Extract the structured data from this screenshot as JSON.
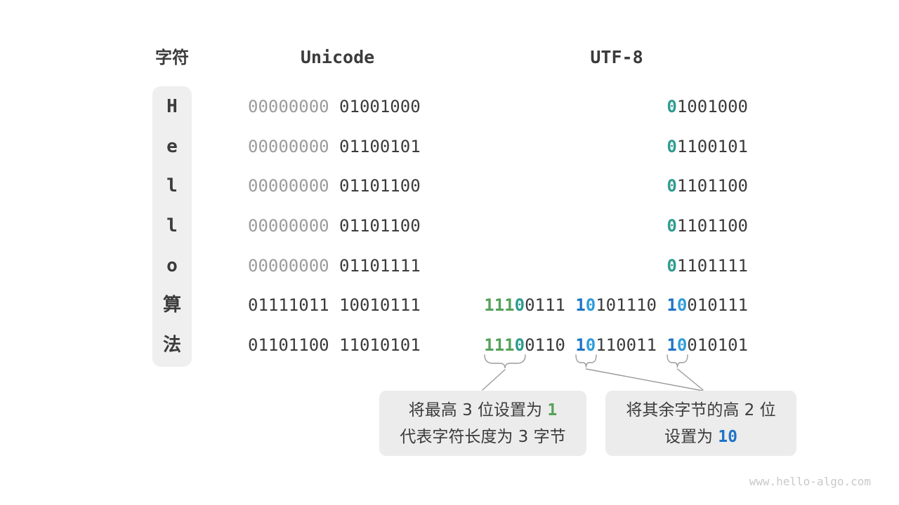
{
  "page": {
    "watermark": "www.hello-algo.com",
    "background": "#ffffff"
  },
  "colors": {
    "dark_text": "#3b3b3b",
    "gray_leading_zeros": "#9b9b9b",
    "green_one_bits": "#55a25a",
    "teal_zero_bit": "#2e9c8f",
    "blue_one_bit": "#1e74c6",
    "light_blue_zero_bit": "#2f9cd9",
    "callout_background": "#ececec",
    "char_column_background": "#efefef",
    "connector_gray": "#9b9b9b",
    "watermark_gray": "#c9c9c9"
  },
  "headers": {
    "character": "字符",
    "unicode": "Unicode",
    "utf8": "UTF-8"
  },
  "table": {
    "rows": [
      {
        "char": "H",
        "unicode_gray": "00000000",
        "unicode_dark": " 01001000",
        "utf8": [
          {
            "t": "0",
            "c": "teal"
          },
          {
            "t": "1001000",
            "c": "dark"
          }
        ]
      },
      {
        "char": "e",
        "unicode_gray": "00000000",
        "unicode_dark": " 01100101",
        "utf8": [
          {
            "t": "0",
            "c": "teal"
          },
          {
            "t": "1100101",
            "c": "dark"
          }
        ]
      },
      {
        "char": "l",
        "unicode_gray": "00000000",
        "unicode_dark": " 01101100",
        "utf8": [
          {
            "t": "0",
            "c": "teal"
          },
          {
            "t": "1101100",
            "c": "dark"
          }
        ]
      },
      {
        "char": "l",
        "unicode_gray": "00000000",
        "unicode_dark": " 01101100",
        "utf8": [
          {
            "t": "0",
            "c": "teal"
          },
          {
            "t": "1101100",
            "c": "dark"
          }
        ]
      },
      {
        "char": "o",
        "unicode_gray": "00000000",
        "unicode_dark": " 01101111",
        "utf8": [
          {
            "t": "0",
            "c": "teal"
          },
          {
            "t": "1101111",
            "c": "dark"
          }
        ]
      },
      {
        "char": "算",
        "unicode_gray": "",
        "unicode_dark": "01111011 10010111",
        "utf8": [
          {
            "t": "111",
            "c": "green"
          },
          {
            "t": "0",
            "c": "teal"
          },
          {
            "t": "0111 ",
            "c": "dark"
          },
          {
            "t": "1",
            "c": "blue"
          },
          {
            "t": "0",
            "c": "lightblue"
          },
          {
            "t": "101110 ",
            "c": "dark"
          },
          {
            "t": "1",
            "c": "blue"
          },
          {
            "t": "0",
            "c": "lightblue"
          },
          {
            "t": "010111",
            "c": "dark"
          }
        ]
      },
      {
        "char": "法",
        "unicode_gray": "",
        "unicode_dark": "01101100 11010101",
        "utf8": [
          {
            "t": "111",
            "c": "green"
          },
          {
            "t": "0",
            "c": "teal"
          },
          {
            "t": "0110 ",
            "c": "dark"
          },
          {
            "t": "1",
            "c": "blue"
          },
          {
            "t": "0",
            "c": "lightblue"
          },
          {
            "t": "110011 ",
            "c": "dark"
          },
          {
            "t": "1",
            "c": "blue"
          },
          {
            "t": "0",
            "c": "lightblue"
          },
          {
            "t": "010101",
            "c": "dark"
          }
        ]
      }
    ]
  },
  "callouts": {
    "left": {
      "line1_text": "将最高 3 位设置为 ",
      "line1_highlight": "1",
      "line2_text": "代表字符长度为 3 字节"
    },
    "right": {
      "line1_text": "将其余字节的高 2 位",
      "line2_text": "设置为 ",
      "line2_highlight": "10"
    }
  }
}
